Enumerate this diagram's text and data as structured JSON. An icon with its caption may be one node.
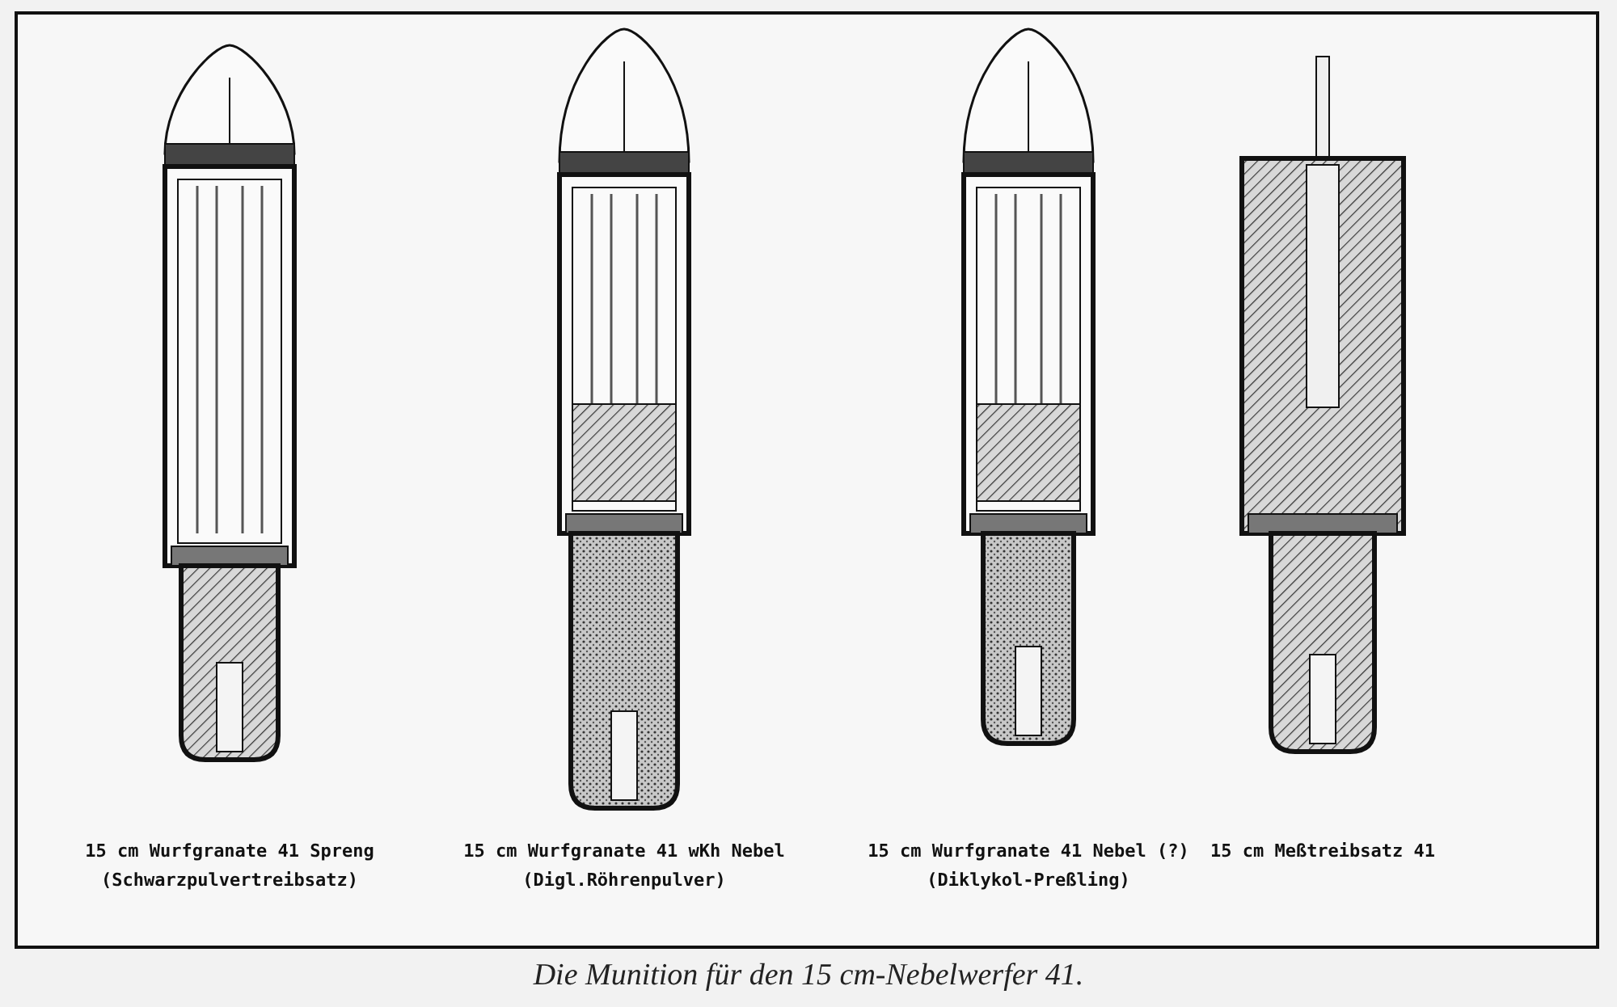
{
  "diagram": {
    "caption": "Die Munition für den 15 cm-Nebelwerfer 41.",
    "labels": [
      "15 cm Wurfgranate 41 Spreng",
      "(Schwarzpulvertreibsatz)",
      "15 cm Wurfgranate 41 wKh Nebel",
      "(Digl.Röhrenpulver)",
      "15 cm Wurfgranate 41 Nebel (?)",
      "(Diklykol-Preßling)",
      "15 cm Meßtreibsatz 41"
    ]
  }
}
